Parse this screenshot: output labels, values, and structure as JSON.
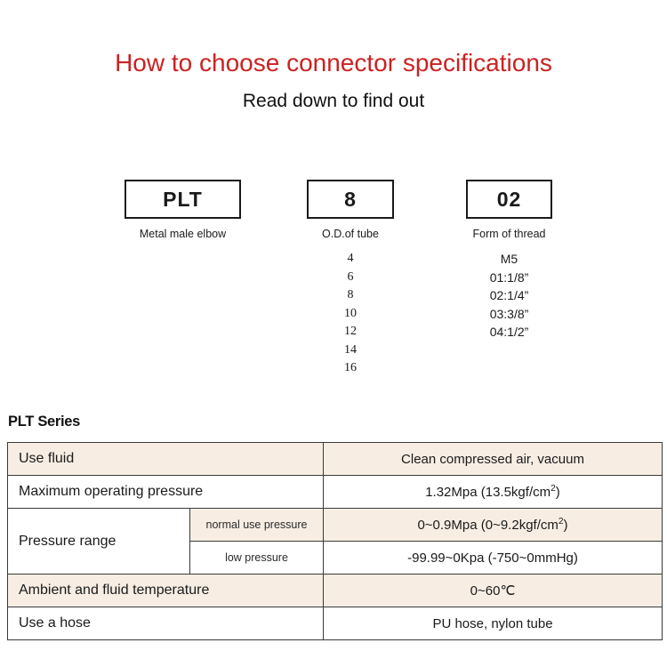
{
  "header": {
    "title": "How to choose connector specifications",
    "subtitle": "Read down to find out",
    "title_color": "#cc2222"
  },
  "code_builder": {
    "columns": [
      {
        "code": "PLT",
        "caption": "Metal male elbow",
        "options": []
      },
      {
        "code": "8",
        "caption": "O.D.of tube",
        "options": [
          "4",
          "6",
          "8",
          "10",
          "12",
          "14",
          "16"
        ]
      },
      {
        "code": "02",
        "caption": "Form of thread",
        "options": [
          "M5",
          "01:1/8”",
          "02:1/4”",
          "03:3/8”",
          "04:1/2”"
        ]
      }
    ]
  },
  "spec": {
    "series_label": "PLT Series",
    "shade_color": "#f7ede3",
    "rows": [
      {
        "label": "Use fluid",
        "value": "Clean compressed air, vacuum",
        "shaded": true
      },
      {
        "label": "Maximum operating pressure",
        "value_prefix": "1.32Mpa  (13.5kgf/cm",
        "value_sup": "2",
        "value_suffix": ")",
        "shaded": false
      },
      {
        "label": "Pressure range",
        "sub_rows": [
          {
            "sublabel": "normal use pressure",
            "value_prefix": "0~0.9Mpa  (0~9.2kgf/cm",
            "value_sup": "2",
            "value_suffix": ")",
            "shaded": true
          },
          {
            "sublabel": "low pressure",
            "value": "-99.99~0Kpa  (-750~0mmHg)",
            "shaded": false
          }
        ]
      },
      {
        "label": "Ambient and fluid temperature",
        "value": "0~60℃",
        "shaded": true
      },
      {
        "label": "Use a hose",
        "value": "PU hose, nylon tube",
        "shaded": false
      }
    ]
  }
}
